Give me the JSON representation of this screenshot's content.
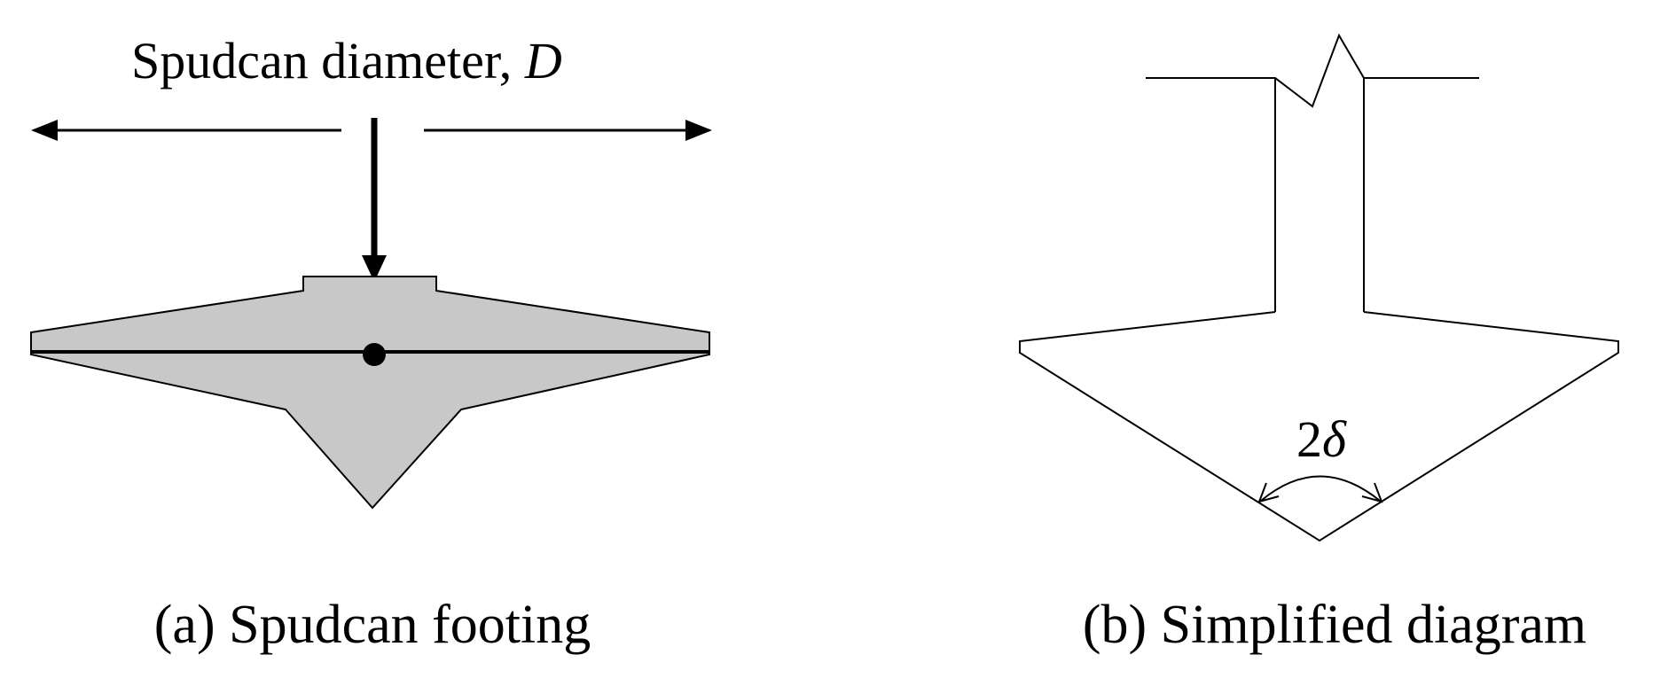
{
  "panel_a": {
    "dimension_label": "Spudcan diameter, ",
    "dimension_symbol": "D",
    "caption": "(a) Spudcan footing",
    "fill_color": "#c8c8c8"
  },
  "panel_b": {
    "angle_label_number": "2",
    "angle_label_symbol": "δ",
    "caption": "(b) Simplified diagram"
  }
}
